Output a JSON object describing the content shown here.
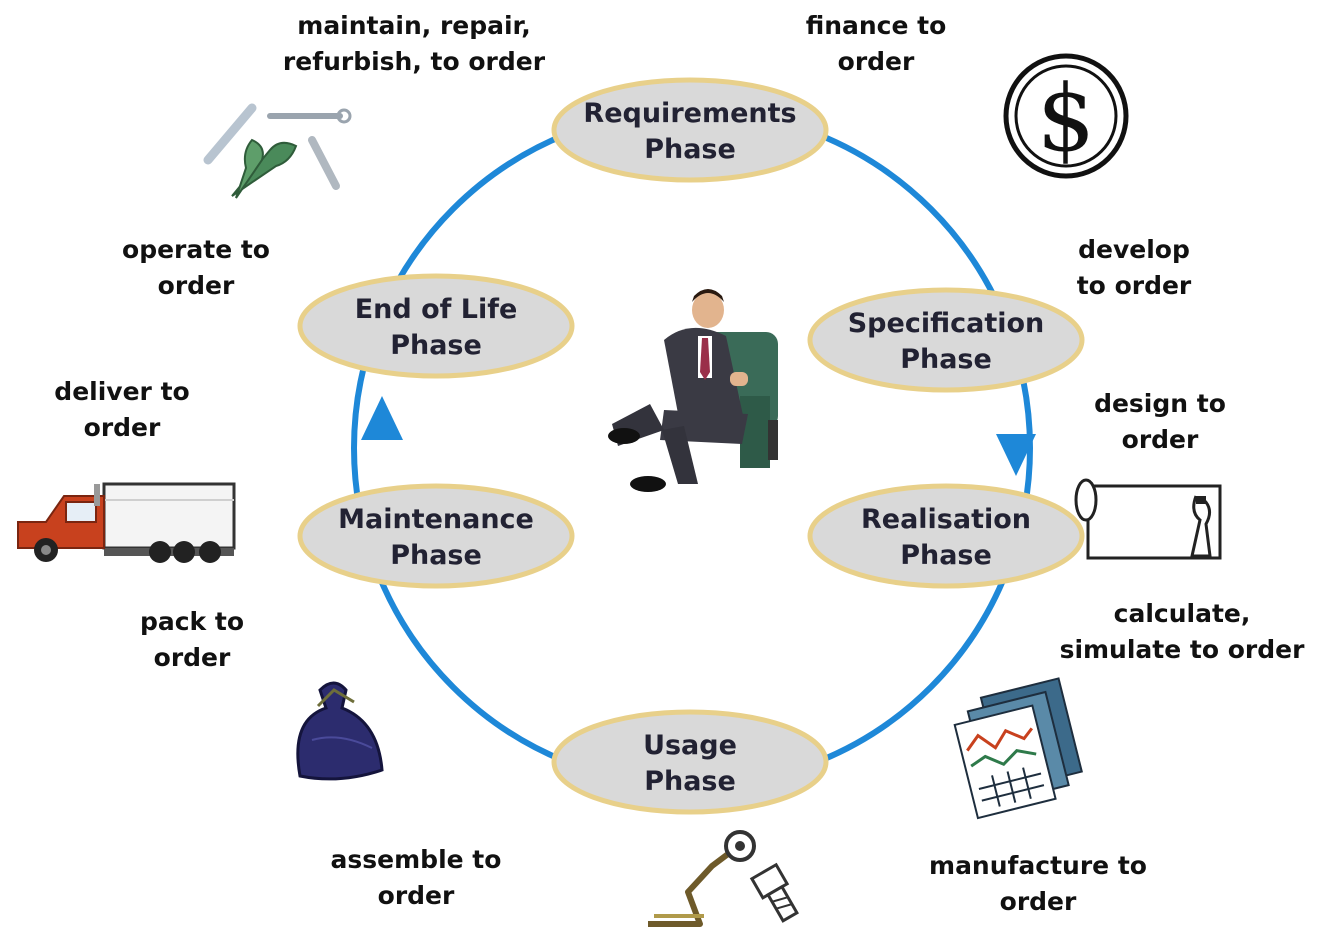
{
  "phases": {
    "requirements": {
      "line1": "Requirements",
      "line2": "Phase"
    },
    "specification": {
      "line1": "Specification",
      "line2": "Phase"
    },
    "realisation": {
      "line1": "Realisation",
      "line2": "Phase"
    },
    "usage": {
      "line1": "Usage",
      "line2": "Phase"
    },
    "maintenance": {
      "line1": "Maintenance",
      "line2": "Phase"
    },
    "end_of_life": {
      "line1": "End of Life",
      "line2": "Phase"
    }
  },
  "labels": {
    "maintain": {
      "line1": "maintain, repair,",
      "line2": "refurbish, to order"
    },
    "finance": {
      "line1": "finance to",
      "line2": "order"
    },
    "operate": {
      "line1": "operate to",
      "line2": "order"
    },
    "develop": {
      "line1": "develop",
      "line2": "to order"
    },
    "deliver": {
      "line1": "deliver to",
      "line2": "order"
    },
    "design": {
      "line1": "design to",
      "line2": "order"
    },
    "pack": {
      "line1": "pack to",
      "line2": "order"
    },
    "calculate": {
      "line1": "calculate,",
      "line2": "simulate to order"
    },
    "assemble": {
      "line1": "assemble to",
      "line2": "order"
    },
    "manufacture": {
      "line1": "manufacture to",
      "line2": "order"
    }
  },
  "icons": {
    "tools": "tools-icon",
    "coin": "dollar-coin-icon",
    "person": "seated-businessman-icon",
    "truck": "delivery-truck-icon",
    "scroll": "design-scroll-icon",
    "bag": "sack-icon",
    "charts": "chart-sheets-icon",
    "parts": "machine-parts-icon"
  },
  "colors": {
    "cycle": "#1e88d8",
    "ellipse_fill": "#d9d9d9",
    "ellipse_border": "#e8d08a"
  }
}
